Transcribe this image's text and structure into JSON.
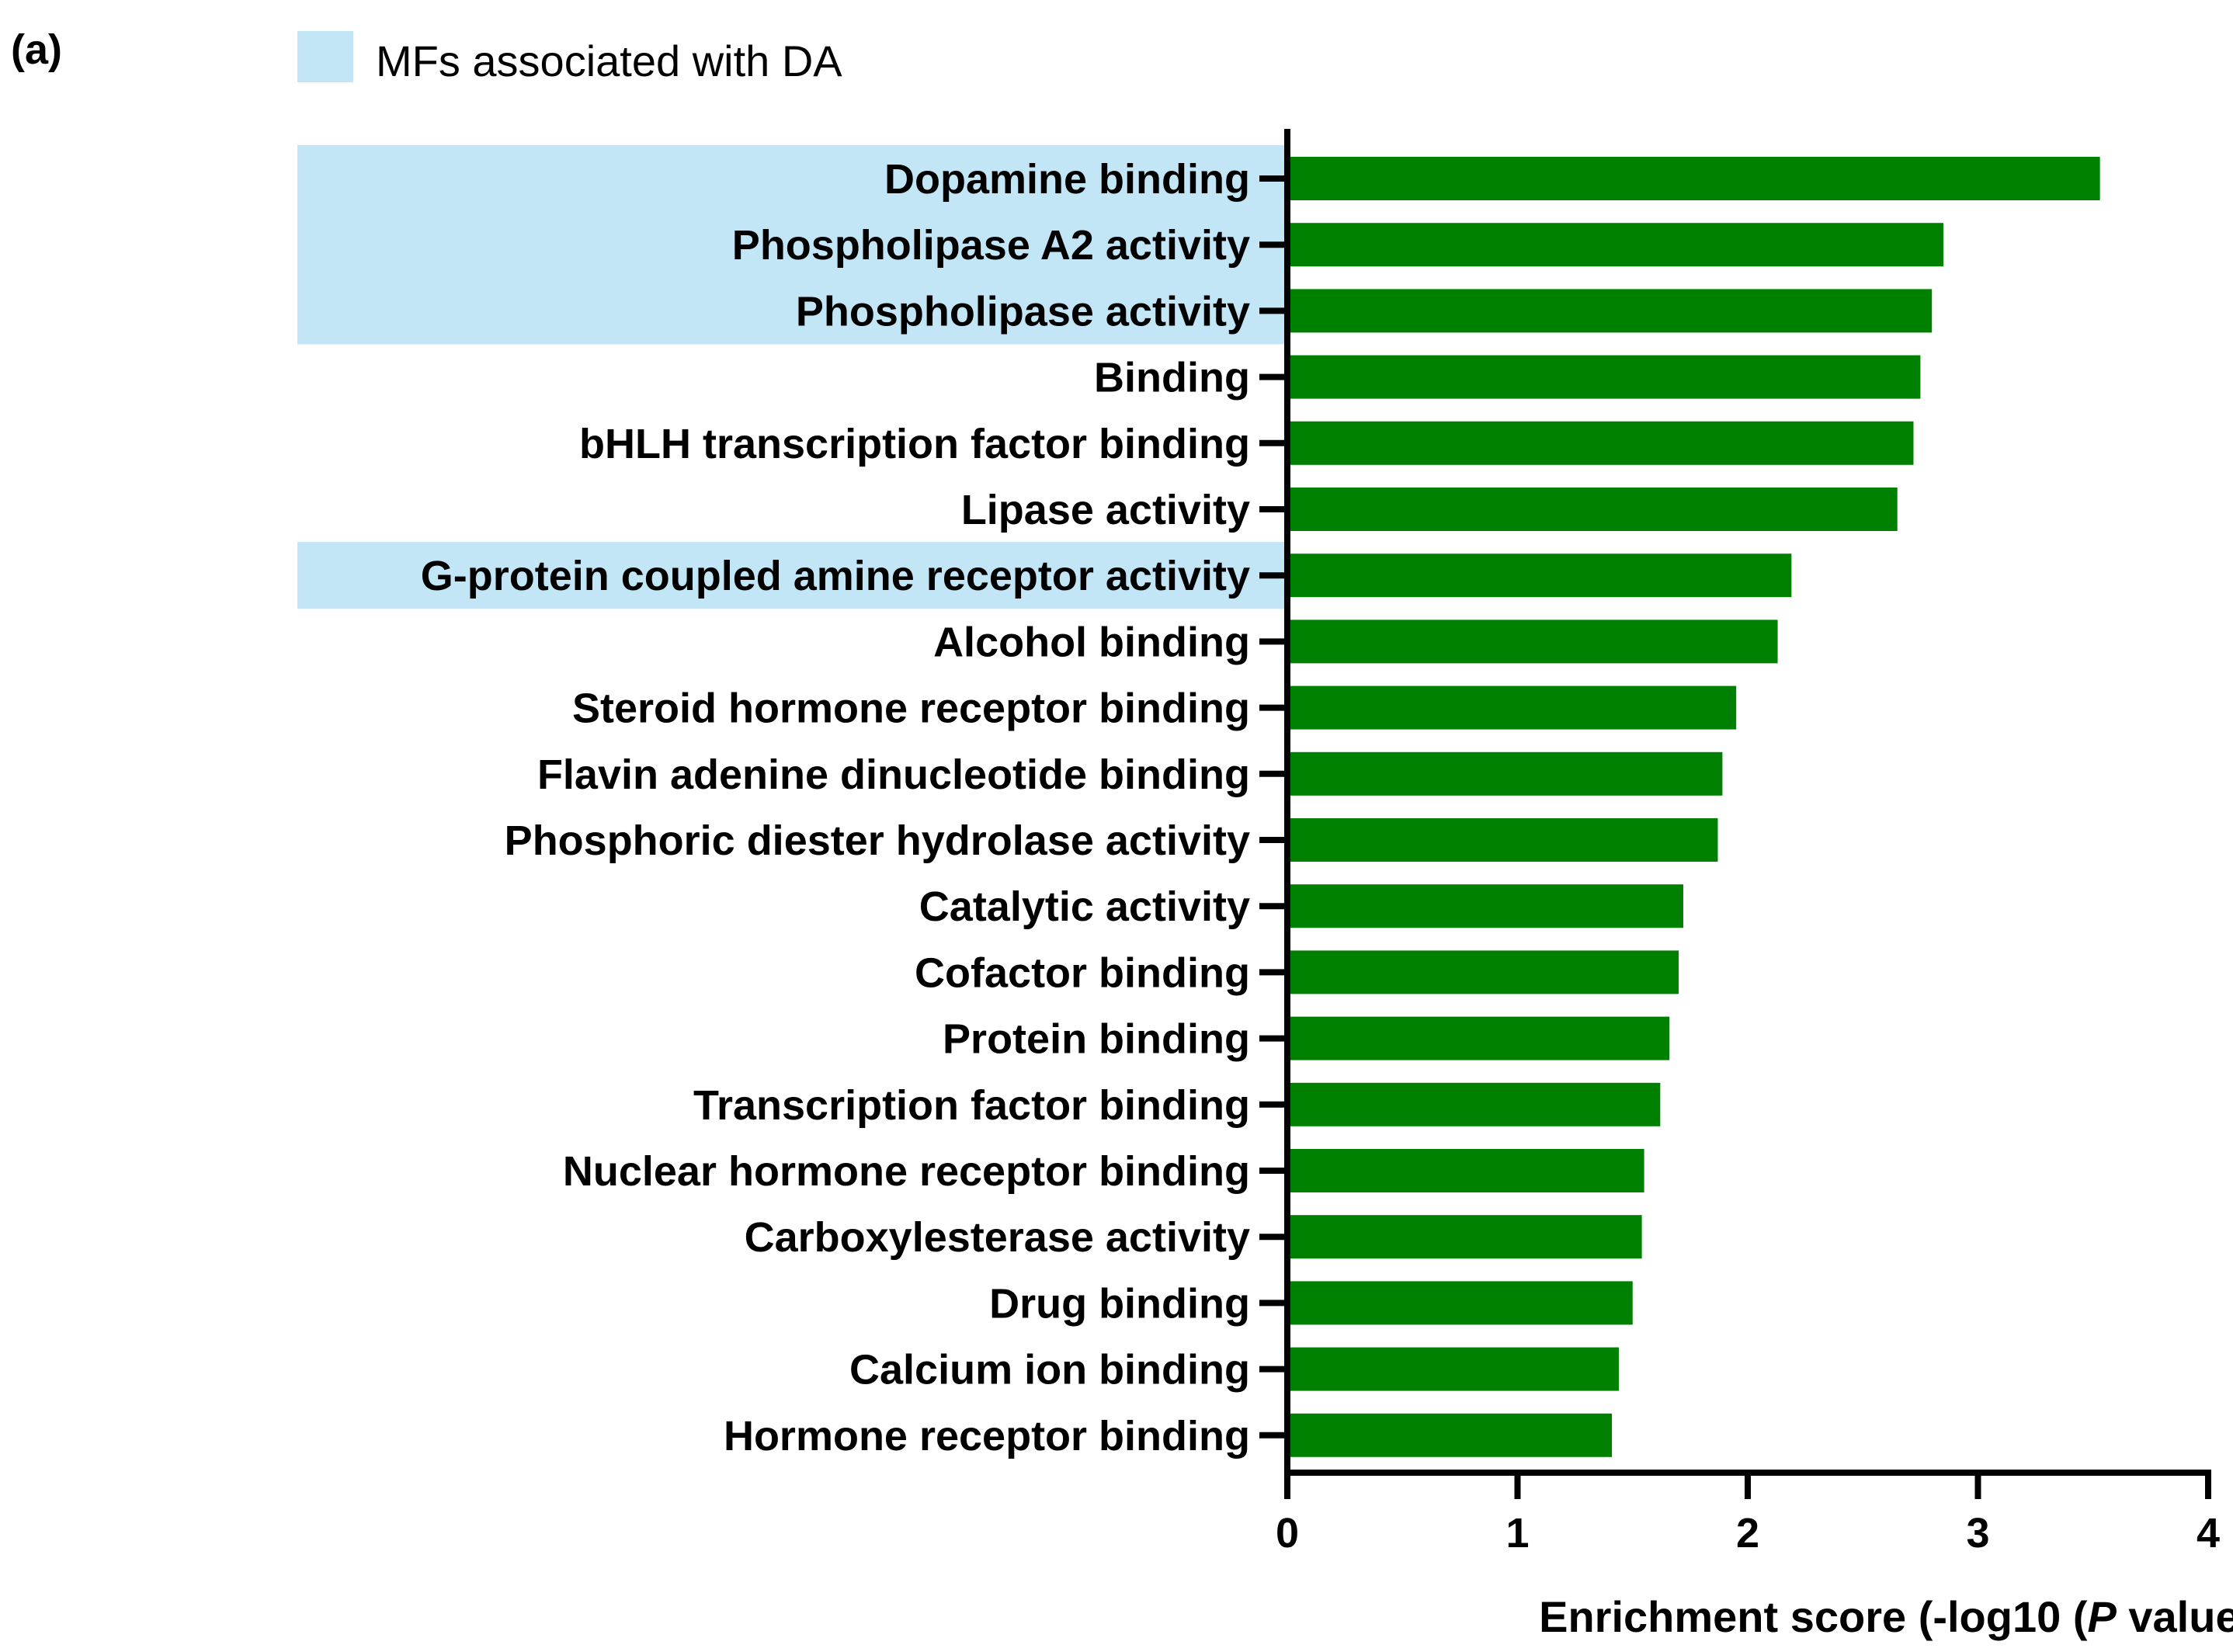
{
  "panel_label": "(a)",
  "legend": {
    "label": "MFs associated with DA",
    "color": "#c2e6f6"
  },
  "chart_data": {
    "type": "bar",
    "orientation": "horizontal",
    "categories": [
      "Dopamine binding",
      "Phospholipase A2 activity",
      "Phospholipase activity",
      "Binding",
      "bHLH transcription factor binding",
      "Lipase activity",
      "G-protein coupled amine receptor activity",
      "Alcohol binding",
      "Steroid hormone receptor binding",
      "Flavin adenine dinucleotide binding",
      "Phosphoric diester hydrolase activity",
      "Catalytic activity",
      "Cofactor binding",
      "Protein binding",
      "Transcription factor binding",
      "Nuclear hormone receptor binding",
      "Carboxylesterase activity",
      "Drug binding",
      "Calcium ion binding",
      "Hormone receptor binding"
    ],
    "values": [
      3.53,
      2.85,
      2.8,
      2.75,
      2.72,
      2.65,
      2.19,
      2.13,
      1.95,
      1.89,
      1.87,
      1.72,
      1.7,
      1.66,
      1.62,
      1.55,
      1.54,
      1.5,
      1.44,
      1.41
    ],
    "highlighted_categories": [
      "Dopamine binding",
      "Phospholipase A2 activity",
      "Phospholipase activity",
      "G-protein coupled amine receptor activity"
    ],
    "xlabel_prefix": "Enrichment score (-log10 (",
    "xlabel_italic": "P",
    "xlabel_suffix": " value))",
    "xlim": [
      0,
      4
    ],
    "xticks": [
      "0",
      "1",
      "2",
      "3",
      "4"
    ],
    "bar_color": "#008000",
    "grid": false
  }
}
